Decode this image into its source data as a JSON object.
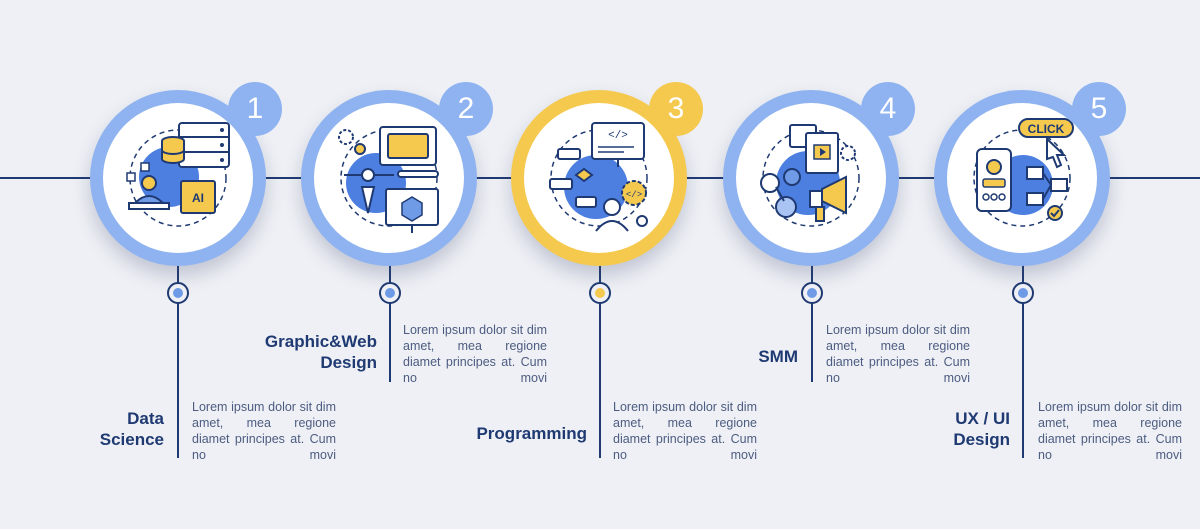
{
  "steps": [
    {
      "number": "1",
      "title_line1": "Data",
      "title_line2": "Science",
      "description": "Lorem ipsum dolor sit dim amet, mea regione diamet principes at. Cum no movi",
      "icon": "data-science-icon",
      "accent": "#6e9ae6"
    },
    {
      "number": "2",
      "title_line1": "Graphic&Web",
      "title_line2": "Design",
      "description": "Lorem ipsum dolor sit dim amet, mea regione diamet principes at. Cum no movi",
      "icon": "graphic-design-icon",
      "accent": "#6e9ae6"
    },
    {
      "number": "3",
      "title_line1": "Programming",
      "title_line2": "",
      "description": "Lorem ipsum dolor sit dim amet, mea regione diamet principes at. Cum no movi",
      "icon": "programming-icon",
      "accent": "#f4c94e"
    },
    {
      "number": "4",
      "title_line1": "SMM",
      "title_line2": "",
      "description": "Lorem ipsum dolor sit dim amet, mea regione diamet principes at. Cum no movi",
      "icon": "smm-icon",
      "accent": "#6e9ae6"
    },
    {
      "number": "5",
      "title_line1": "UX / UI",
      "title_line2": "Design",
      "description": "Lorem ipsum dolor sit dim amet, mea regione diamet principes at. Cum no movi",
      "icon": "ux-ui-icon",
      "accent": "#6e9ae6",
      "click_label": "CLICK"
    }
  ],
  "colors": {
    "navy": "#1f3a72",
    "blue": "#6e9ae6",
    "yellow": "#f4c94e",
    "background": "#eef0f5"
  }
}
